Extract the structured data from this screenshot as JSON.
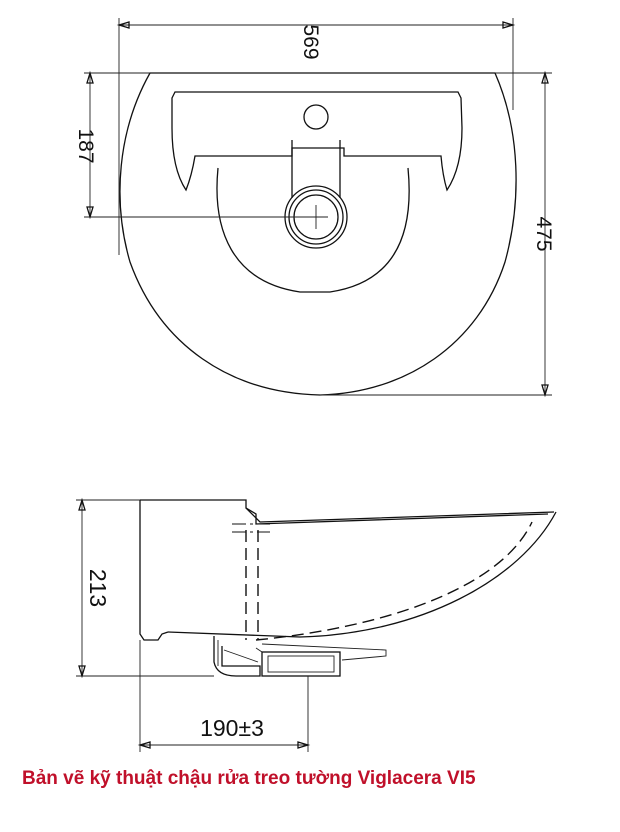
{
  "caption": "Bản vẽ kỹ thuật chậu rửa treo tường Viglacera VI5",
  "dimensions": {
    "width": "569",
    "drain_offset": "187",
    "depth": "475",
    "height": "213",
    "wall_to_drain": "190±3"
  },
  "colors": {
    "caption": "#c0102a",
    "line": "#111111"
  }
}
